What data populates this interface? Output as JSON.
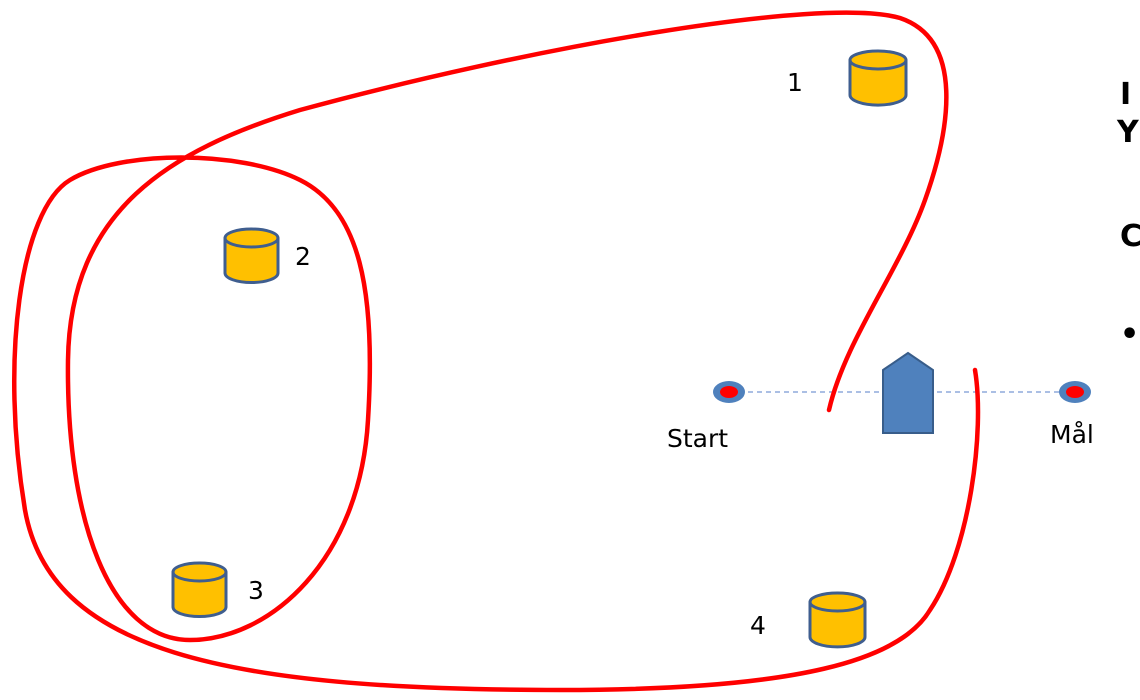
{
  "colors": {
    "course_line": "#ff0000",
    "buoy_fill": "#ffc000",
    "buoy_outline": "#3f5e8f",
    "boat_fill": "#4f81bd",
    "boat_outline": "#385d8a",
    "line_dot": "#ff0000",
    "dashed_line": "#8faadc"
  },
  "marks": [
    {
      "id": "1",
      "label": "1",
      "icon": "buoy-icon"
    },
    {
      "id": "2",
      "label": "2",
      "icon": "buoy-icon"
    },
    {
      "id": "3",
      "label": "3",
      "icon": "buoy-icon"
    },
    {
      "id": "4",
      "label": "4",
      "icon": "buoy-icon"
    }
  ],
  "start_finish": {
    "start_label": "Start",
    "finish_label": "Mål"
  },
  "boat": {
    "icon": "boat-icon"
  },
  "right_edge_text": {
    "glyph_1": "I",
    "glyph_2": "Y",
    "glyph_3": "C",
    "glyph_4": "•"
  }
}
